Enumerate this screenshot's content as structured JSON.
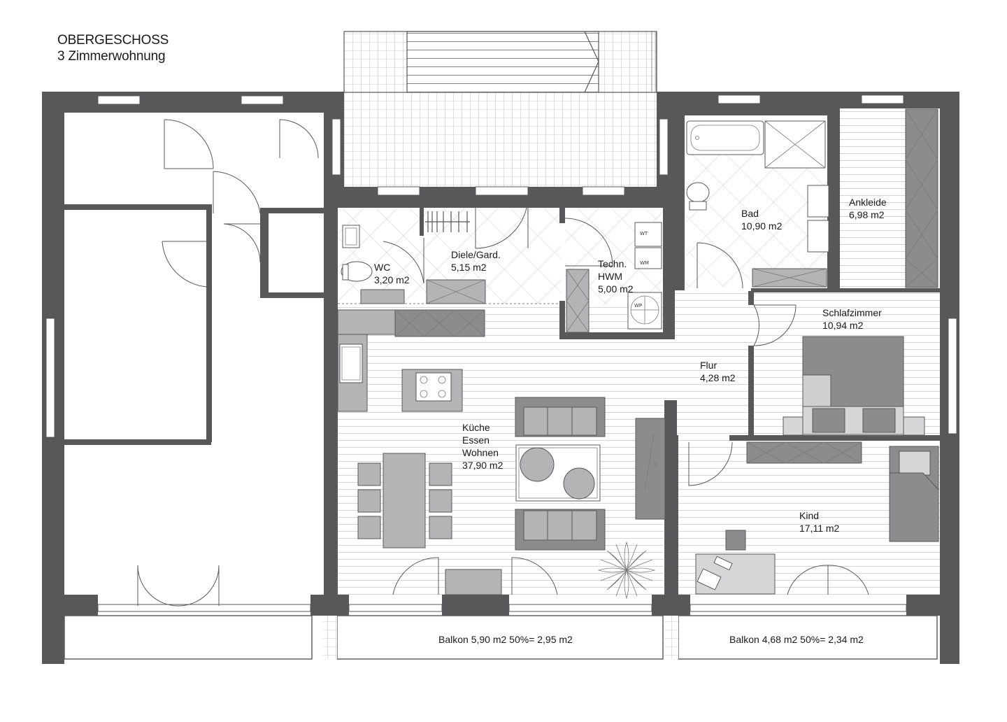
{
  "title": {
    "line1": "OBERGESCHOSS",
    "line2": "3 Zimmerwohnung"
  },
  "rooms": [
    {
      "id": "wc",
      "name": "WC",
      "area": "3,20 m2"
    },
    {
      "id": "diele",
      "name": "Diele/Gard.",
      "area": "5,15 m2"
    },
    {
      "id": "techn",
      "name": "Techn.",
      "name2": "HWM",
      "area": "5,00 m2"
    },
    {
      "id": "bad",
      "name": "Bad",
      "area": "10,90 m2"
    },
    {
      "id": "ankleide",
      "name": "Ankleide",
      "area": "6,98 m2"
    },
    {
      "id": "schlafzimmer",
      "name": "Schlafzimmer",
      "area": "10,94 m2"
    },
    {
      "id": "flur",
      "name": "Flur",
      "area": "4,28 m2"
    },
    {
      "id": "wohnen",
      "name": "Küche",
      "name2": "Essen",
      "name3": "Wohnen",
      "area": "37,90 m2"
    },
    {
      "id": "kind",
      "name": "Kind",
      "area": "17,11 m2"
    },
    {
      "id": "balkon1",
      "label": "Balkon 5,90 m2 50%= 2,95 m2"
    },
    {
      "id": "balkon2",
      "label": "Balkon 4,68 m2 50%= 2,34 m2"
    }
  ],
  "appliances": {
    "washer": "WT",
    "dryer": "WM",
    "heatpump": "WP"
  }
}
